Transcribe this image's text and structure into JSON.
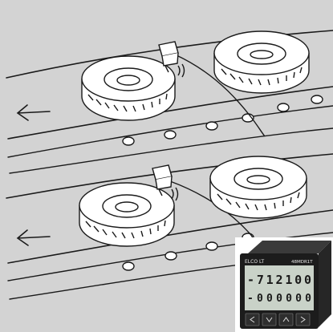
{
  "scene": {
    "background_color": "#d3d3d3",
    "line_color": "#1a1a1a",
    "tire_fill": "#ffffff"
  },
  "device": {
    "brand_label": "ELCO LT",
    "model_label": "48MDR1T",
    "main_display": "-712100",
    "sub_display": "-000000",
    "display_color": "#c9d2c8",
    "digit_color": "#1a1a1a"
  }
}
